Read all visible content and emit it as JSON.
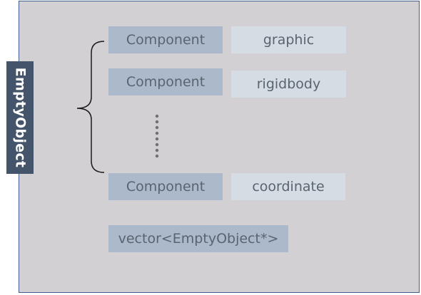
{
  "side_label": "EmptyObject",
  "rows": [
    {
      "component": "Component",
      "property": "graphic"
    },
    {
      "component": "Component",
      "property": "rigidbody"
    },
    {
      "component": "Component",
      "property": "coordinate"
    }
  ],
  "vector_label": "vector<EmptyObject*>",
  "colors": {
    "frame_fill": "#d2d0d2",
    "frame_border": "#3f5e8a",
    "side_label_fill": "#44546a",
    "component_fill": "#acb9ca",
    "property_fill": "#d6dce4",
    "text": "#5a6370"
  }
}
